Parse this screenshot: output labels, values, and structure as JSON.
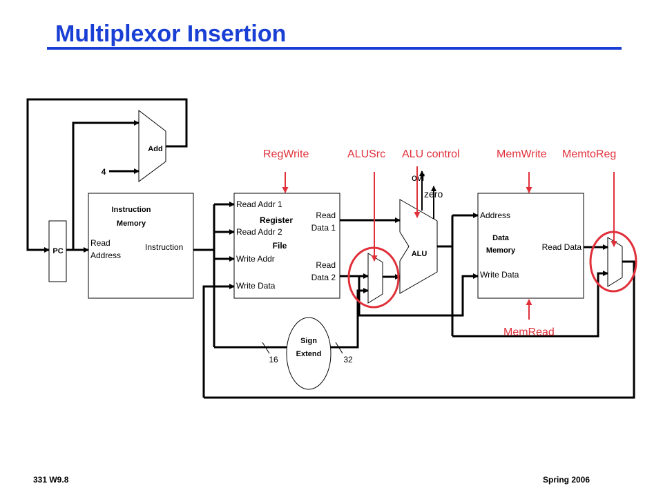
{
  "slide": {
    "title": "Multiplexor Insertion",
    "footer_left": "331  W9.8",
    "footer_right": "Spring 2006"
  },
  "colors": {
    "title": "#1a3fd4",
    "control": "#e0303a",
    "wire": "#000000"
  },
  "components": {
    "pc": "PC",
    "adder": "Add",
    "constant_four": "4",
    "instruction_memory": {
      "title_line1": "Instruction",
      "title_line2": "Memory",
      "read_address_line1": "Read",
      "read_address_line2": "Address",
      "instruction": "Instruction"
    },
    "register_file": {
      "title_line1": "Register",
      "title_line2": "File",
      "read_addr_1": "Read Addr 1",
      "read_addr_2": "Read Addr 2",
      "write_addr": "Write Addr",
      "write_data": "Write Data",
      "read_data_1_line1": "Read",
      "read_data_1_line2": "Data 1",
      "read_data_2_line1": "Read",
      "read_data_2_line2": "Data 2"
    },
    "alu": {
      "label": "ALU",
      "ovf": "ovf",
      "zero": "zero"
    },
    "data_memory": {
      "title_line1": "Data",
      "title_line2": "Memory",
      "address": "Address",
      "read_data": "Read Data",
      "write_data": "Write Data"
    },
    "sign_extend": {
      "line1": "Sign",
      "line2": "Extend",
      "input_width": "16",
      "output_width": "32"
    }
  },
  "control_signals": {
    "reg_write": "RegWrite",
    "alu_src": "ALUSrc",
    "alu_control": "ALU control",
    "mem_write": "MemWrite",
    "memto_reg": "MemtoReg",
    "mem_read": "MemRead"
  }
}
